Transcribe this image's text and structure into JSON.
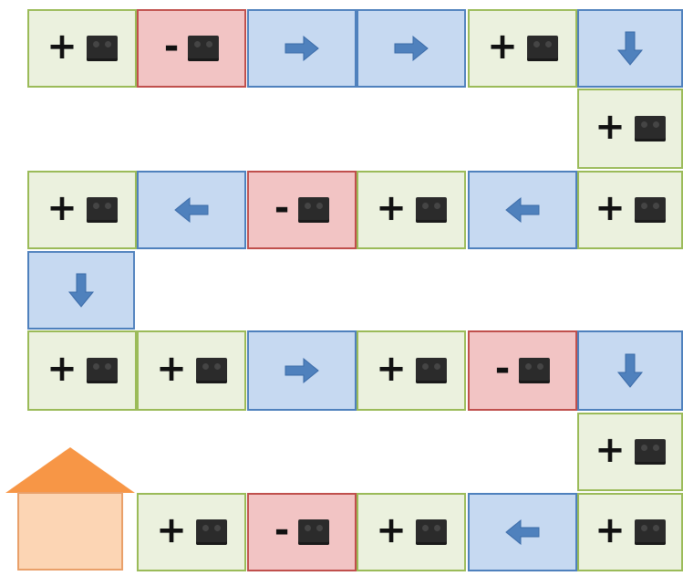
{
  "board": {
    "plus_symbol": "+",
    "minus_symbol": "-",
    "colors": {
      "plus_tile": "#ebf1de",
      "minus_tile": "#f2c4c4",
      "arrow_tile": "#c6d9f1",
      "arrow": "#4f81bd",
      "brick": "#2b2b2b",
      "home_roof": "#f79646",
      "home_body": "#fcd5b4"
    },
    "tiles": [
      {
        "type": "plus"
      },
      {
        "type": "minus"
      },
      {
        "type": "arrow",
        "direction": "right"
      },
      {
        "type": "arrow",
        "direction": "right"
      },
      {
        "type": "plus"
      },
      {
        "type": "arrow",
        "direction": "down"
      },
      {
        "type": "plus"
      },
      {
        "type": "plus"
      },
      {
        "type": "arrow",
        "direction": "left"
      },
      {
        "type": "minus"
      },
      {
        "type": "plus"
      },
      {
        "type": "arrow",
        "direction": "left"
      },
      {
        "type": "plus"
      },
      {
        "type": "arrow",
        "direction": "down"
      },
      {
        "type": "plus"
      },
      {
        "type": "plus"
      },
      {
        "type": "arrow",
        "direction": "right"
      },
      {
        "type": "plus"
      },
      {
        "type": "minus"
      },
      {
        "type": "arrow",
        "direction": "down"
      },
      {
        "type": "plus"
      },
      {
        "type": "plus"
      },
      {
        "type": "minus"
      },
      {
        "type": "plus"
      },
      {
        "type": "arrow",
        "direction": "left"
      },
      {
        "type": "plus"
      }
    ],
    "home": {
      "icon": "house-icon"
    }
  }
}
